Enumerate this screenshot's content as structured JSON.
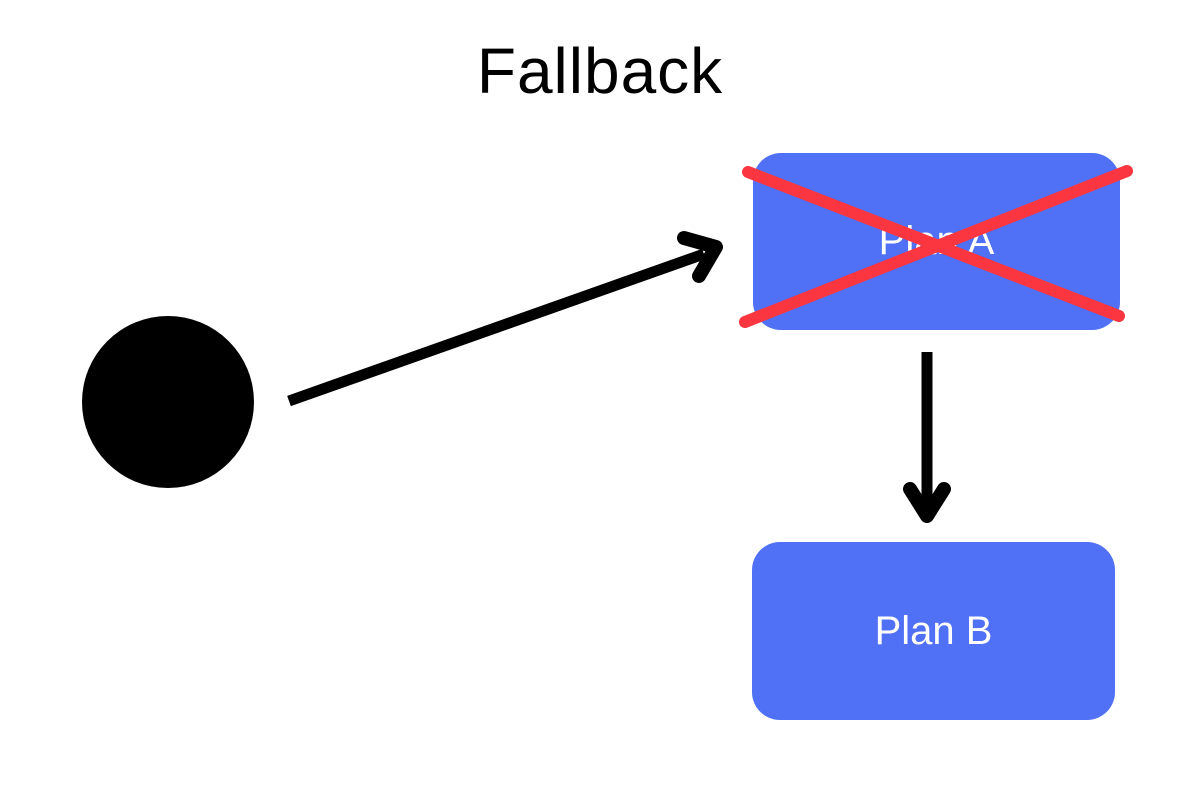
{
  "title": "Fallback",
  "diagram": {
    "start_node": {
      "shape": "circle",
      "color": "#000000"
    },
    "nodes": {
      "plan_a": {
        "label": "Plan A",
        "fill": "#5070F5",
        "text_color": "#FFFFFF",
        "crossed_out": true
      },
      "plan_b": {
        "label": "Plan B",
        "fill": "#5070F5",
        "text_color": "#FFFFFF",
        "crossed_out": false
      }
    },
    "edges": [
      {
        "from": "start",
        "to": "plan_a",
        "type": "arrow",
        "color": "#000000"
      },
      {
        "from": "plan_a",
        "to": "plan_b",
        "type": "arrow",
        "color": "#000000"
      }
    ],
    "cross": {
      "over": "plan_a",
      "color": "#FB3640"
    }
  },
  "colors": {
    "background": "#FFFFFF",
    "node_fill": "#5070F5",
    "node_text": "#FFFFFF",
    "cross_red": "#FB3640",
    "ink_black": "#000000",
    "title_text": "#000000"
  }
}
